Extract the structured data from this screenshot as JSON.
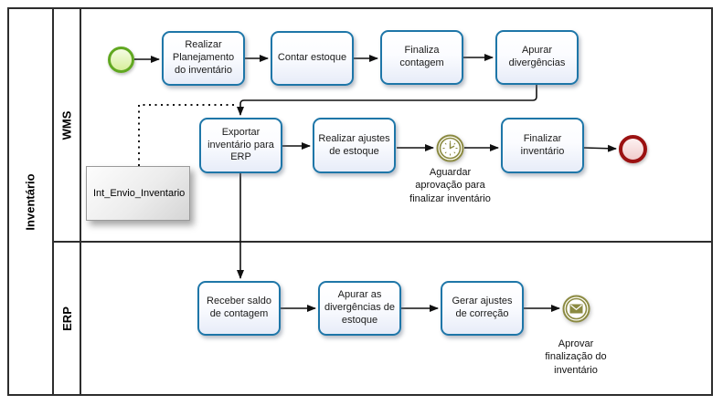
{
  "pool": {
    "label": "Inventário"
  },
  "lanes": {
    "wms": "WMS",
    "erp": "ERP"
  },
  "wms": {
    "task_planejamento": "Realizar\nPlanejamento\ndo inventário",
    "task_contar": "Contar estoque",
    "task_finaliza_contagem": "Finaliza\ncontagem",
    "task_apurar_divergencias": "Apurar\ndivergências",
    "task_exportar": "Exportar\ninventário para\nERP",
    "task_realizar_ajustes": "Realizar ajustes\nde estoque",
    "task_finalizar_inventario": "Finalizar\ninventário",
    "timer_event_label": "Aguardar\naprovação para\nfinalizar inventário",
    "annotation_label": "Int_Envio_Inventario"
  },
  "erp": {
    "task_receber_saldo": "Receber saldo\nde contagem",
    "task_apurar_estoque": "Apurar as\ndivergências de\nestoque",
    "task_gerar_ajustes": "Gerar ajustes\nde correção",
    "message_event_label": "Aprovar\nfinalização do\ninventário"
  },
  "colors": {
    "task_border": "#1e76a8",
    "start_border": "#61a821",
    "end_border": "#9b1212",
    "event_olive": "#8b8a41",
    "flow_line": "#111111"
  }
}
